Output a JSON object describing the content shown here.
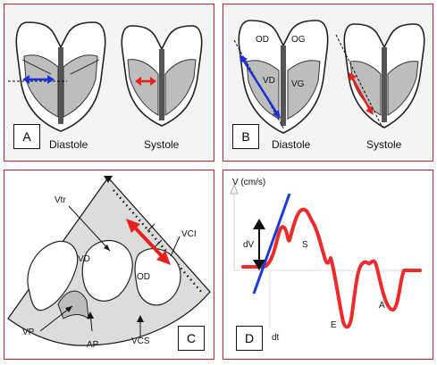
{
  "panel_a": {
    "badge": "A",
    "left_caption": "Diastole",
    "right_caption": "Systole"
  },
  "panel_b": {
    "badge": "B",
    "left_caption": "Diastole",
    "right_caption": "Systole",
    "labels": {
      "od": "OD",
      "og": "OG",
      "vd": "VD",
      "vg": "VG"
    }
  },
  "panel_c": {
    "badge": "C",
    "labels": {
      "vtr": "Vtr",
      "vd": "VD",
      "vci": "VCI",
      "od": "OD",
      "vp": "VP",
      "ap": "AP",
      "vcs": "VCS"
    }
  },
  "panel_d": {
    "badge": "D",
    "labels": {
      "v_axis": "V (cm/s)",
      "dv": "dV",
      "s": "S",
      "e": "E",
      "a": "A",
      "dt": "dt"
    }
  },
  "colors": {
    "panel_border": "#c8202a",
    "panel_fill": "#f4f4f4",
    "diastole_arrow": "#1a2fd6",
    "systole_arrow": "#e8201e",
    "velocity_curve": "#ee2a2a",
    "slope_line": "#1a3ad8"
  }
}
